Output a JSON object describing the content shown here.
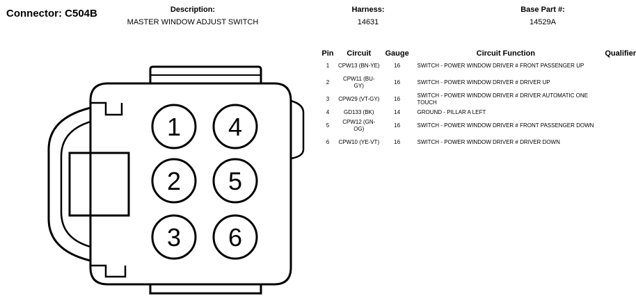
{
  "header": {
    "connector_title": "Connector: C504B",
    "description_label": "Description:",
    "description_value": "MASTER WINDOW ADJUST SWITCH",
    "harness_label": "Harness:",
    "harness_value": "14631",
    "base_part_label": "Base Part #:",
    "base_part_value": "14529A"
  },
  "table": {
    "headers": {
      "pin": "Pin",
      "circuit": "Circuit",
      "gauge": "Gauge",
      "function": "Circuit Function",
      "qualifier": "Qualifier"
    },
    "rows": [
      {
        "pin": "1",
        "circuit": "CPW13 (BN-YE)",
        "gauge": "16",
        "function": "SWITCH - POWER WINDOW DRIVER # FRONT PASSENGER UP",
        "qualifier": ""
      },
      {
        "pin": "2",
        "circuit": "CPW11 (BU-GY)",
        "gauge": "16",
        "function": "SWITCH - POWER WINDOW DRIVER # DRIVER UP",
        "qualifier": ""
      },
      {
        "pin": "3",
        "circuit": "CPW29 (VT-GY)",
        "gauge": "16",
        "function": "SWITCH - POWER WINDOW DRIVER # DRIVER AUTOMATIC ONE TOUCH",
        "qualifier": ""
      },
      {
        "pin": "4",
        "circuit": "GD133 (BK)",
        "gauge": "14",
        "function": "GROUND - PILLAR A LEFT",
        "qualifier": ""
      },
      {
        "pin": "5",
        "circuit": "CPW12 (GN-OG)",
        "gauge": "16",
        "function": "SWITCH - POWER WINDOW DRIVER # FRONT PASSENGER DOWN",
        "qualifier": ""
      },
      {
        "pin": "6",
        "circuit": "CPW10 (YE-VT)",
        "gauge": "16",
        "function": "SWITCH - POWER WINDOW DRIVER # DRIVER DOWN",
        "qualifier": ""
      }
    ]
  },
  "diagram": {
    "cavity_labels": [
      "1",
      "2",
      "3",
      "4",
      "5",
      "6"
    ]
  }
}
